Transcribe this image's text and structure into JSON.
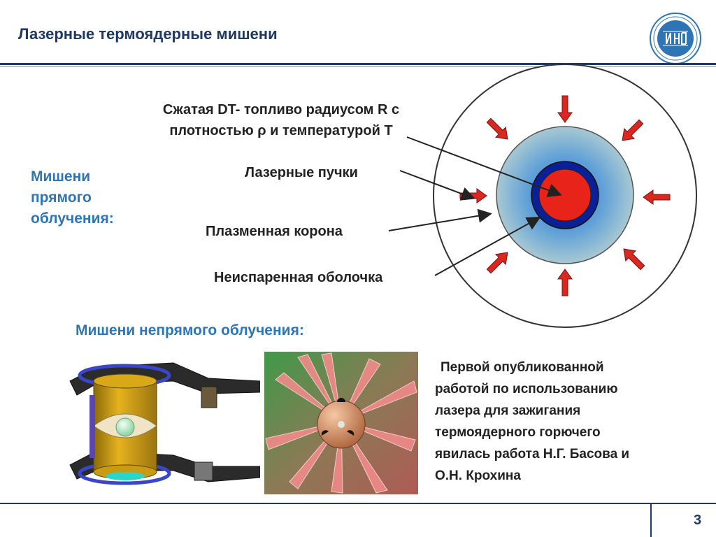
{
  "slide": {
    "title": "Лазерные термоядерные мишени",
    "page_number": "3"
  },
  "diagram": {
    "label_fuel_line1": "Сжатая DT- топливо радиусом R с",
    "label_fuel_line2": "плотностью ρ и температурой T",
    "label_beams": "Лазерные пучки",
    "label_corona": "Плазменная корона",
    "label_shell": "Неиспаренная оболочка"
  },
  "sections": {
    "direct_line1": "Мишени",
    "direct_line2": "прямого",
    "direct_line3": "облучения:",
    "indirect": "Мишени непрямого облучения:"
  },
  "note": {
    "lines": [
      "Первой опубликованной",
      "работой по использованию",
      "лазера для зажигания",
      "термоядерного горючего",
      "явилась работа Н.Г. Басова и",
      "О.Н. Крохина"
    ]
  },
  "colors": {
    "title": "#1f3864",
    "section": "#2e75b6",
    "fuel": "#e8231a",
    "shell": "#0a2096",
    "arrow": "#d9281f"
  },
  "icons": {
    "logo": "ilpi-institute-logo"
  }
}
